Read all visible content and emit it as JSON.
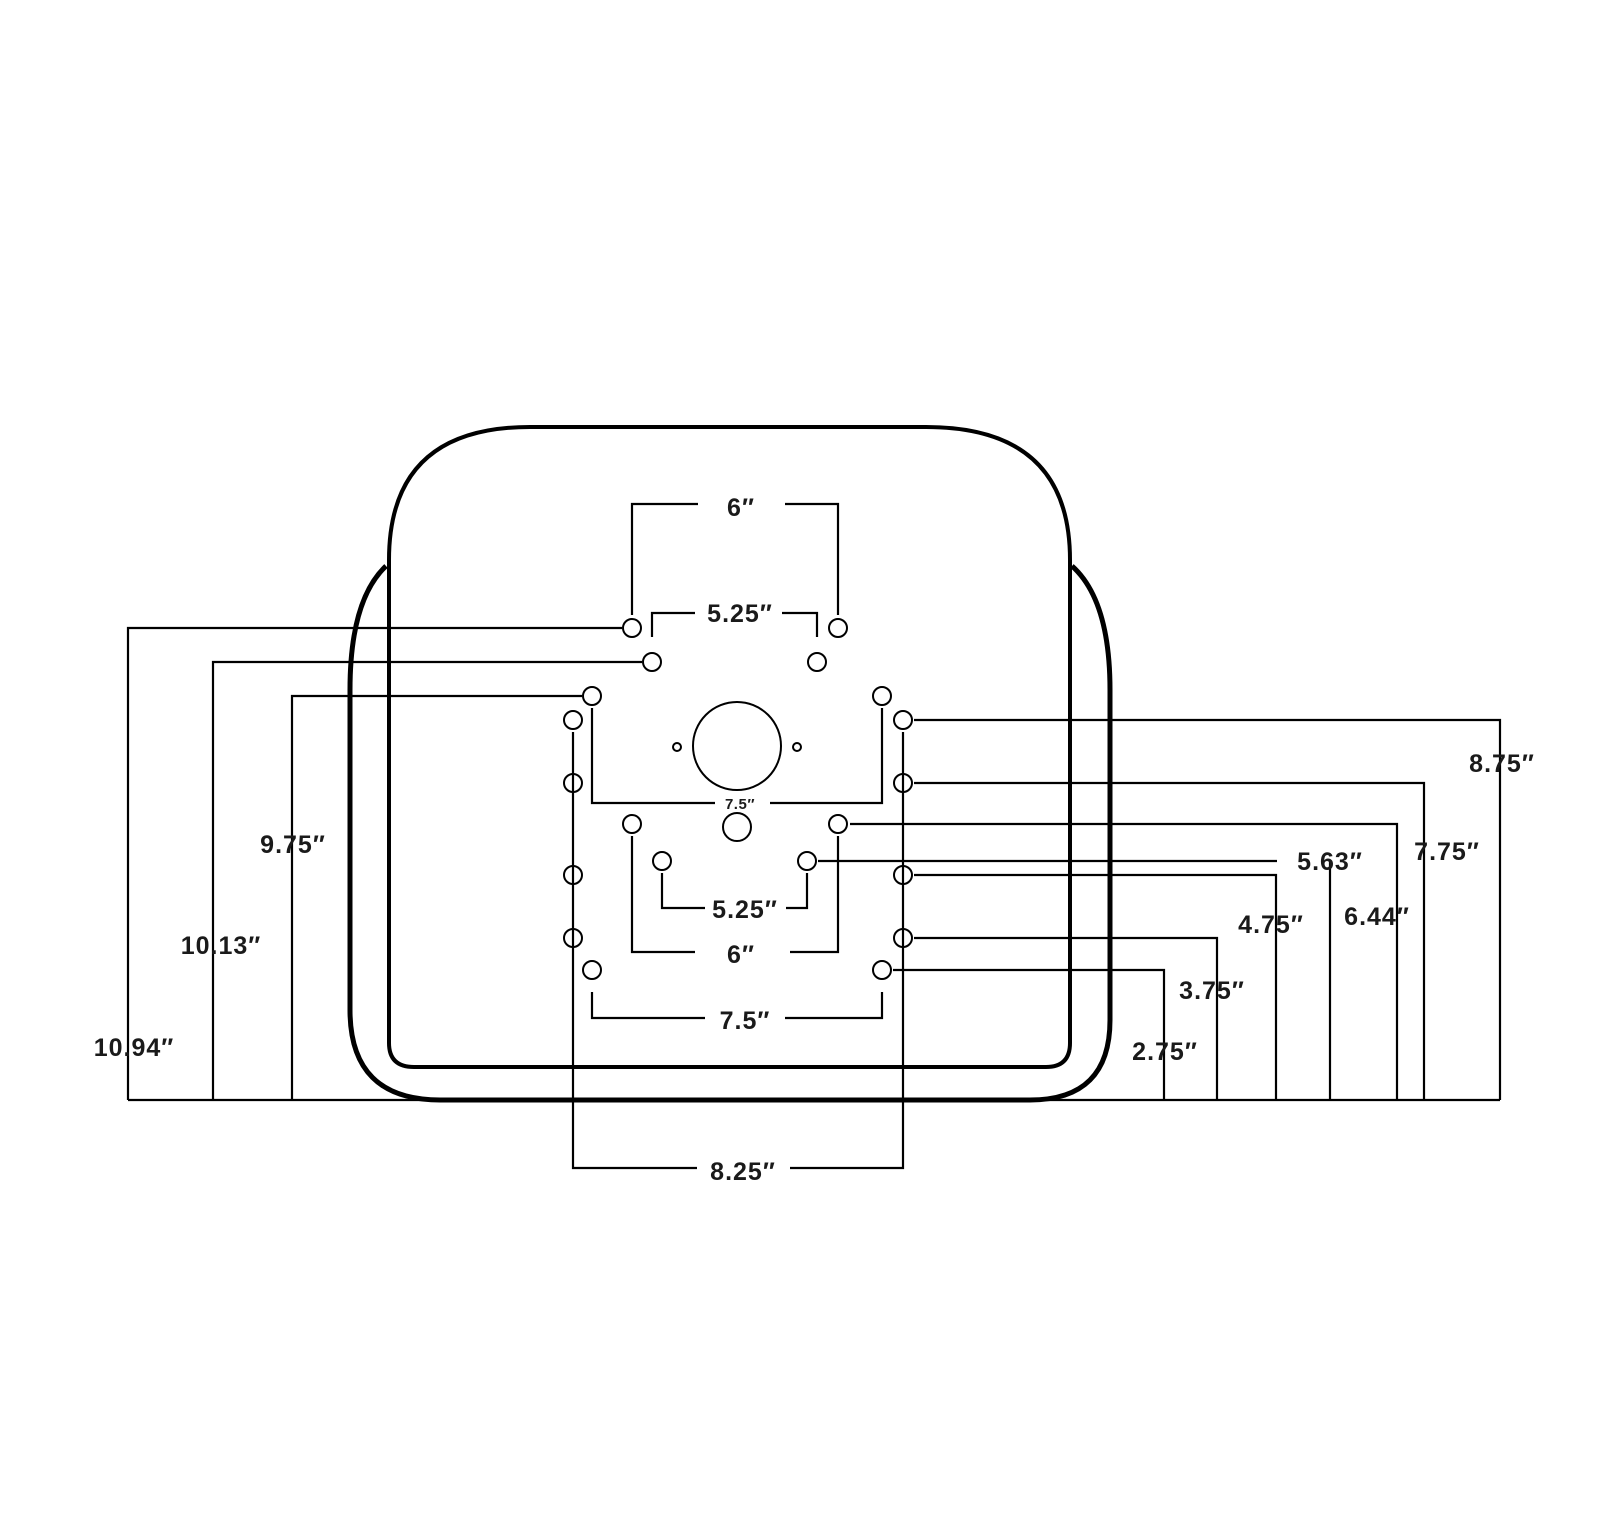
{
  "diagram": {
    "type": "seat-mounting-hole-pattern",
    "colors": {
      "line": "#000000",
      "text": "#1a1a1a",
      "background": "#ffffff"
    },
    "labels": {
      "top_width_outer": "6″",
      "top_width_inner": "5.25″",
      "center_small": "7.5″",
      "middle_width_inner": "5.25″",
      "middle_width_outer": "6″",
      "bottom_width_75": "7.5″",
      "bottom_width_825": "8.25″",
      "left_975": "9.75″",
      "left_1013": "10.13″",
      "left_1094": "10.94″",
      "right_875": "8.75″",
      "right_775": "7.75″",
      "right_563": "5.63″",
      "right_644": "6.44″",
      "right_475": "4.75″",
      "right_375": "3.75″",
      "right_275": "2.75″"
    }
  }
}
